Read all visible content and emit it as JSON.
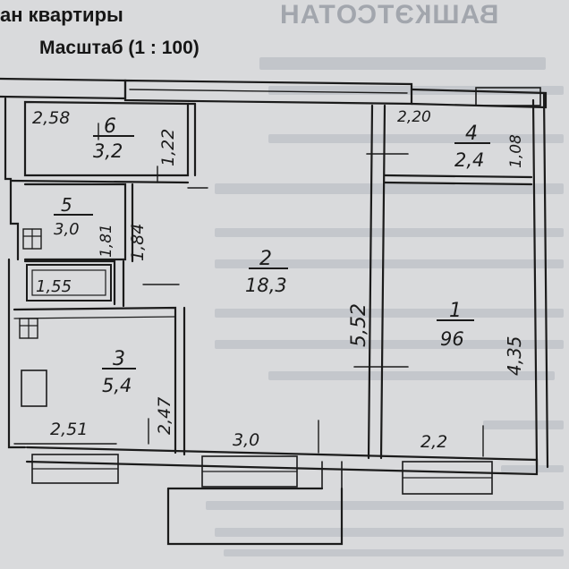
{
  "header": {
    "title": "ан квартиры",
    "scale": "Масштаб (1 : 100)"
  },
  "bleed_through": {
    "heading": "ВАШКЭТСОТАН"
  },
  "rooms": [
    {
      "id": "1",
      "number": "1",
      "area": "96",
      "dims": [
        "2,2",
        "4,35"
      ]
    },
    {
      "id": "2",
      "number": "2",
      "area": "18,3",
      "dims": [
        "3,0",
        "5,52"
      ]
    },
    {
      "id": "3",
      "number": "3",
      "area": "5,4",
      "dims": [
        "2,51",
        "2,47"
      ]
    },
    {
      "id": "4",
      "number": "4",
      "area": "2,4",
      "dims": [
        "2,20",
        "1,08"
      ]
    },
    {
      "id": "5",
      "number": "5",
      "area": "3,0",
      "dims": [
        "1,81",
        "1,84"
      ]
    },
    {
      "id": "6",
      "number": "6",
      "area": "3,2",
      "dims": [
        "2,58",
        "1,22"
      ]
    }
  ],
  "other_labels": {
    "bath": "1,55"
  },
  "colors": {
    "paper": "#d9dadc",
    "ink": "#1b1b1b",
    "bleed": "#a2a6ad"
  }
}
